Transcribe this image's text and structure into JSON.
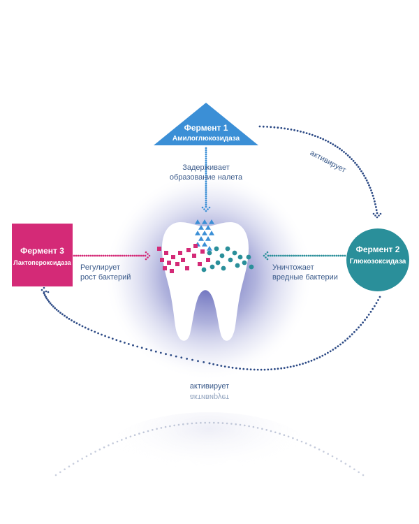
{
  "colors": {
    "enzyme1": "#3b8fd6",
    "enzyme2": "#2a8f9a",
    "enzyme3": "#d42a77",
    "dots_dark": "#2c4a85",
    "glow": "#5e63b8",
    "label": "#3a5a8a"
  },
  "enzyme1": {
    "title": "Фермент 1",
    "name": "Амилоглюкозидаза"
  },
  "enzyme2": {
    "title": "Фермент 2",
    "name": "Глюкозоксидаза"
  },
  "enzyme3": {
    "title": "Фермент 3",
    "name": "Лактопероксидаза"
  },
  "effects": {
    "e1_line1": "Задерживает",
    "e1_line2": "образование налета",
    "e2_line1": "Уничтожает",
    "e2_line2": "вредные бактерии",
    "e3_line1": "Регулирует",
    "e3_line2": "рост бактерий"
  },
  "activates_top": "активирует",
  "activates_bottom": "активирует",
  "activates_mirror": "активирует",
  "icons": [
    "tooth-icon",
    "triangle-shape",
    "circle-shape",
    "square-shape"
  ]
}
